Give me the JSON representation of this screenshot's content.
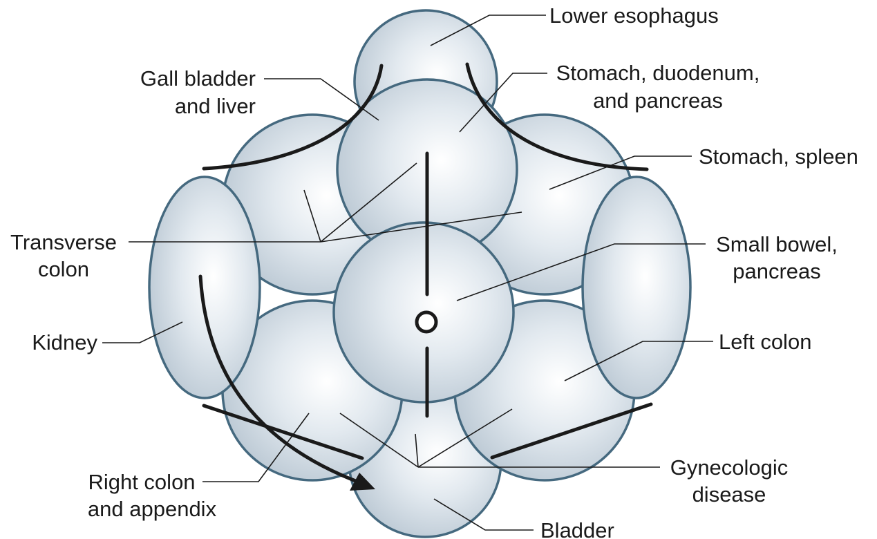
{
  "labels": {
    "lower_esophagus": "Lower esophagus",
    "gall_bladder_line1": "Gall bladder",
    "gall_bladder_line2": "and liver",
    "stomach_duodenum_line1": "Stomach, duodenum,",
    "stomach_duodenum_line2": "and pancreas",
    "stomach_spleen": "Stomach, spleen",
    "transverse_colon_line1": "Transverse",
    "transverse_colon_line2": "colon",
    "small_bowel_line1": "Small bowel,",
    "small_bowel_line2": "pancreas",
    "kidney": "Kidney",
    "left_colon": "Left colon",
    "right_colon_line1": "Right colon",
    "right_colon_line2": "and appendix",
    "gynecologic_line1": "Gynecologic",
    "gynecologic_line2": "disease",
    "bladder": "Bladder"
  },
  "colors": {
    "organ_fill_center": "#ffffff",
    "organ_fill_edge": "#b7c5d1",
    "organ_stroke": "#45697f",
    "line": "#1a1a1a"
  }
}
